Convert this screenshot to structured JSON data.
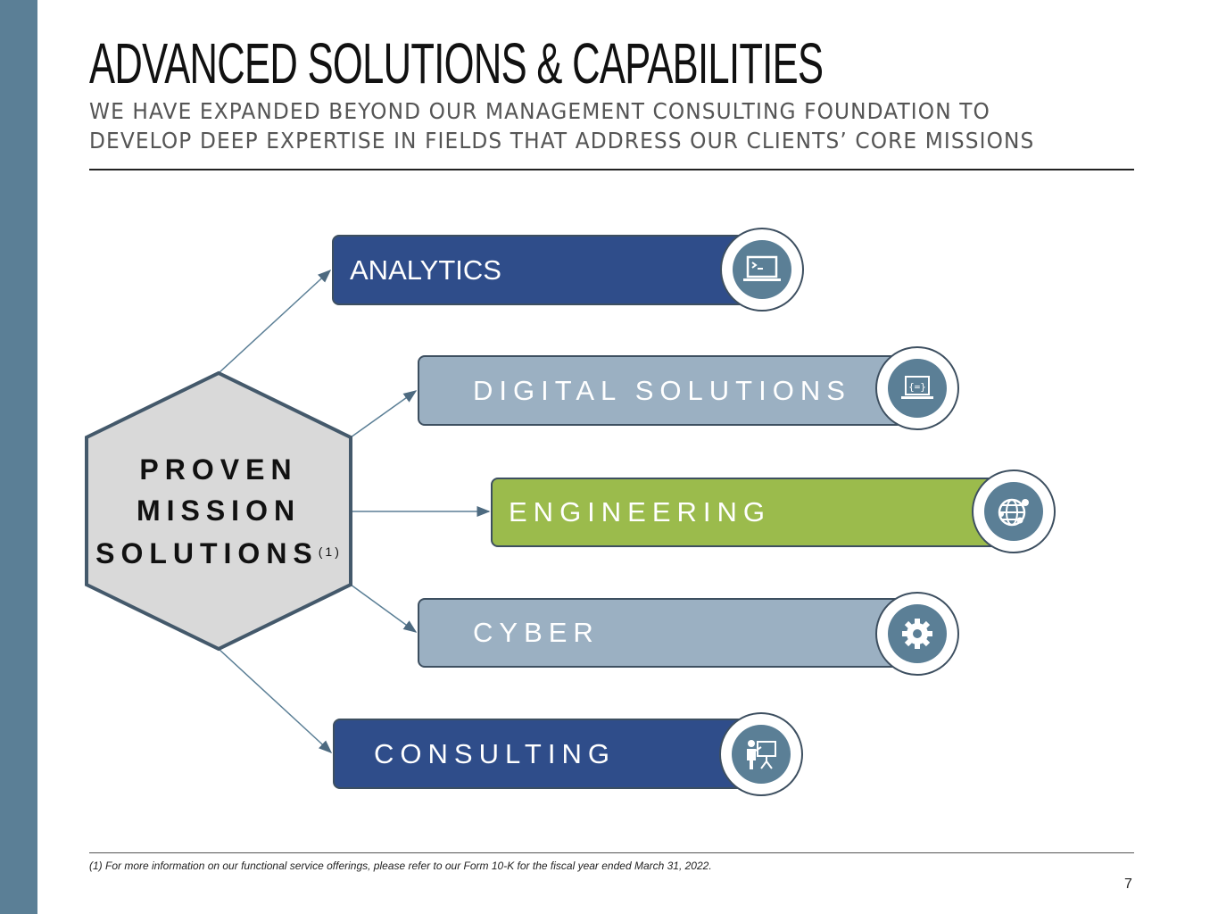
{
  "header": {
    "title": "ADVANCED SOLUTIONS & CAPABILITIES",
    "subtitle_line1": "WE HAVE EXPANDED BEYOND OUR MANAGEMENT CONSULTING FOUNDATION TO",
    "subtitle_line2": "DEVELOP DEEP EXPERTISE IN FIELDS THAT ADDRESS OUR CLIENTS’ CORE MISSIONS"
  },
  "hub": {
    "line1": "PROVEN",
    "line2": "MISSION",
    "line3": "SOLUTIONS",
    "footnote_ref": "(1)"
  },
  "capabilities": [
    {
      "label": "ANALYTICS",
      "icon": "laptop-terminal-icon",
      "color": "#2f4d8a"
    },
    {
      "label": "DIGITAL SOLUTIONS",
      "icon": "laptop-code-icon",
      "color": "#9bb0c2"
    },
    {
      "label": "ENGINEERING",
      "icon": "globe-network-icon",
      "color": "#9bbb4c"
    },
    {
      "label": "CYBER",
      "icon": "gear-icon",
      "color": "#9bb0c2"
    },
    {
      "label": "CONSULTING",
      "icon": "presenter-icon",
      "color": "#2f4d8a"
    }
  ],
  "footnote": "(1)  For more information on our functional service offerings, please refer to our Form 10-K for the fiscal year ended March 31, 2022.",
  "page_number": "7"
}
